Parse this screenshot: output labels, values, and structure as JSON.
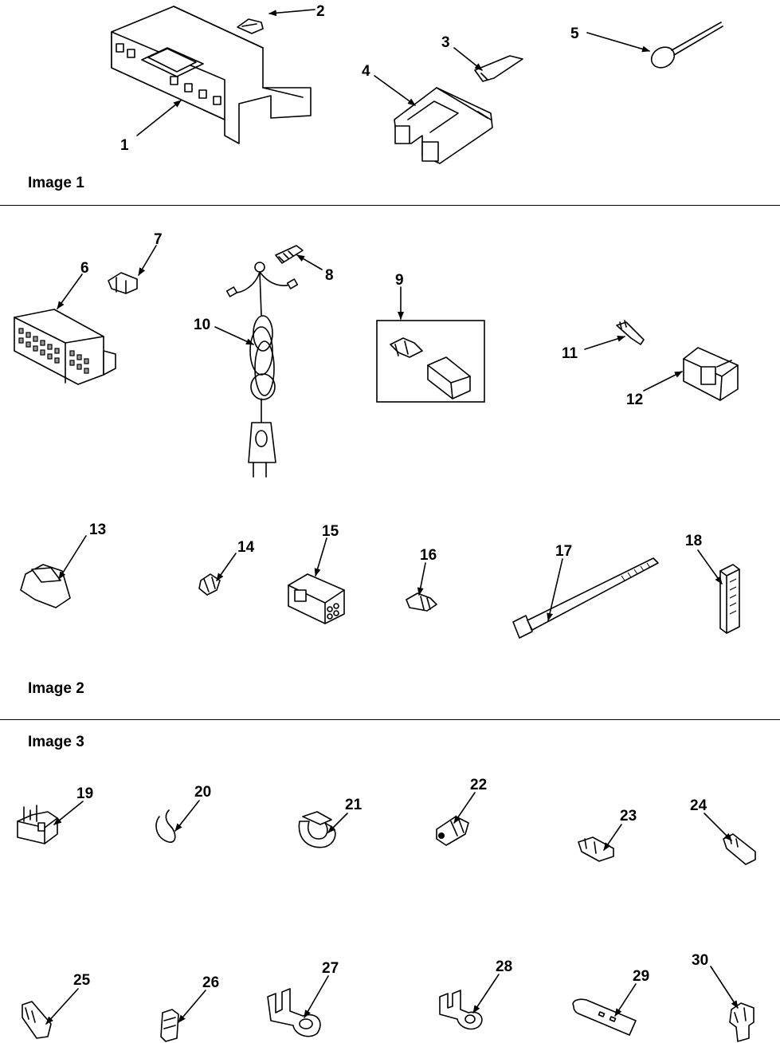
{
  "sections": [
    {
      "label": "Image 1"
    },
    {
      "label": "Image 2"
    },
    {
      "label": "Image 3"
    }
  ],
  "callouts": [
    "1",
    "2",
    "3",
    "4",
    "5",
    "6",
    "7",
    "8",
    "9",
    "10",
    "11",
    "12",
    "13",
    "14",
    "15",
    "16",
    "17",
    "18",
    "19",
    "20",
    "21",
    "22",
    "23",
    "24",
    "25",
    "26",
    "27",
    "28",
    "29",
    "30"
  ]
}
